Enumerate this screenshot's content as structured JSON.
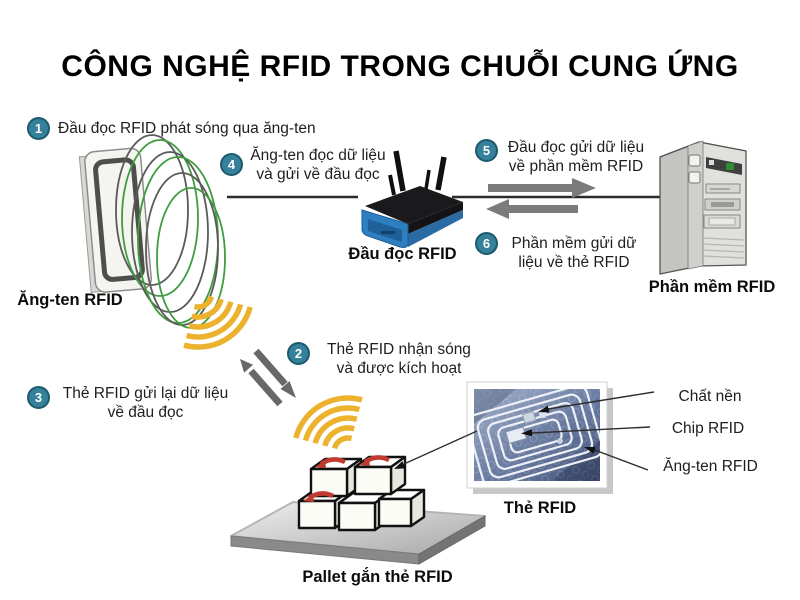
{
  "title": "CÔNG NGHỆ RFID TRONG CHUỖI CUNG ỨNG",
  "steps": {
    "s1": {
      "number": "1",
      "text": "Đầu đọc RFID phát sóng qua ăng-ten"
    },
    "s2": {
      "number": "2",
      "line1": "Thẻ RFID nhận sóng",
      "line2": "và được kích hoạt"
    },
    "s3": {
      "number": "3",
      "line1": "Thẻ RFID gửi lại dữ liệu",
      "line2": "về đầu đọc"
    },
    "s4": {
      "number": "4",
      "line1": "Ăng-ten đọc dữ liệu",
      "line2": "và gửi về đầu đọc"
    },
    "s5": {
      "number": "5",
      "line1": "Đầu đọc gửi dữ liệu",
      "line2": "về phần mềm RFID"
    },
    "s6": {
      "number": "6",
      "line1": "Phần mềm gửi dữ",
      "line2": "liệu về thẻ RFID"
    }
  },
  "labels": {
    "antenna": "Ăng-ten RFID",
    "reader": "Đầu đọc RFID",
    "software": "Phần mềm RFID",
    "tag": "Thẻ RFID",
    "pallet": "Pallet gắn thẻ RFID"
  },
  "tag_parts": {
    "substrate": "Chất nền",
    "chip": "Chip RFID",
    "antenna": "Ăng-ten RFID"
  },
  "colors": {
    "step_badge_teal": "#35809a",
    "wifi_yellow": "#ecb22e",
    "wave_green": "#3f9c3f",
    "wave_gray": "#5a5a5a",
    "router_blue": "#2e7fc0",
    "box_mark_red": "#c03a30",
    "transfer_arrow_gray": "#7b7b7b",
    "tag_photo_blue": "#5a6c94"
  }
}
